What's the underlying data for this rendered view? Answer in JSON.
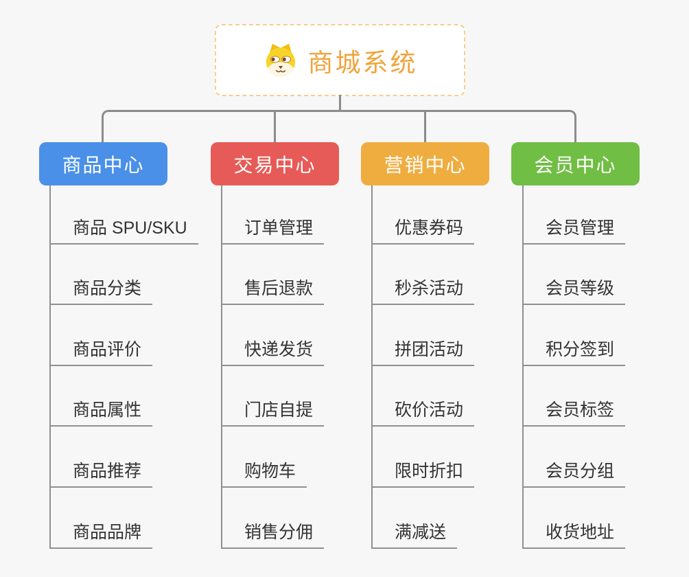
{
  "root": {
    "label": "商城系统",
    "icon": "dog-face-icon",
    "text_color": "#f0a43c",
    "border_color": "#f6cd8d"
  },
  "connector_color": "#8b8b8b",
  "branches": [
    {
      "key": "product-center",
      "label": "商品中心",
      "color": "#4a90e8",
      "children": [
        "商品 SPU/SKU",
        "商品分类",
        "商品评价",
        "商品属性",
        "商品推荐",
        "商品品牌"
      ]
    },
    {
      "key": "transaction-center",
      "label": "交易中心",
      "color": "#e65b57",
      "children": [
        "订单管理",
        "售后退款",
        "快递发货",
        "门店自提",
        "购物车",
        "销售分佣"
      ]
    },
    {
      "key": "marketing-center",
      "label": "营销中心",
      "color": "#efad40",
      "children": [
        "优惠券码",
        "秒杀活动",
        "拼团活动",
        "砍价活动",
        "限时折扣",
        "满减送"
      ]
    },
    {
      "key": "member-center",
      "label": "会员中心",
      "color": "#70be44",
      "children": [
        "会员管理",
        "会员等级",
        "积分签到",
        "会员标签",
        "会员分组",
        "收货地址"
      ]
    }
  ]
}
